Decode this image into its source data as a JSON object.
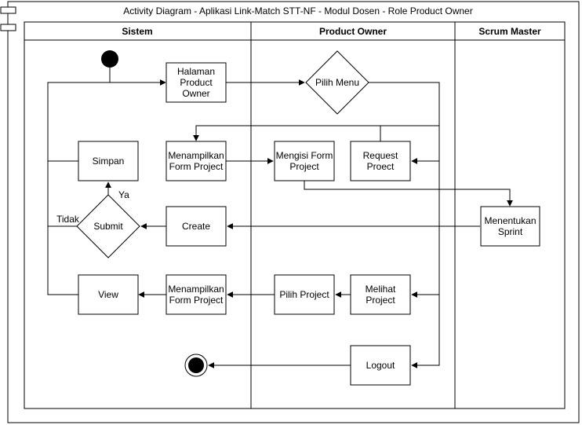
{
  "title": "Activity Diagram - Aplikasi Link-Match STT-NF - Modul Dosen - Role Product Owner",
  "lanes": {
    "sistem": "Sistem",
    "product_owner": "Product Owner",
    "scrum_master": "Scrum Master"
  },
  "nodes": {
    "halaman": [
      "Halaman",
      "Product",
      "Owner"
    ],
    "pilih_menu": [
      "Pilih Menu"
    ],
    "menampilkan_form_1": [
      "Menampilkan",
      "Form Project"
    ],
    "mengisi_form": [
      "Mengisi Form",
      "Project"
    ],
    "request": [
      "Request",
      "Proect"
    ],
    "simpan": [
      "Simpan"
    ],
    "submit": [
      "Submit"
    ],
    "create": [
      "Create"
    ],
    "menentukan": [
      "Menentukan",
      "Sprint"
    ],
    "view": [
      "View"
    ],
    "menampilkan_form_2": [
      "Menampilkan",
      "Form Project"
    ],
    "pilih_project": [
      "Pilih Project"
    ],
    "melihat": [
      "Melihat",
      "Project"
    ],
    "logout": [
      "Logout"
    ]
  },
  "edge_labels": {
    "ya": "Ya",
    "tidak": "Tidak"
  }
}
